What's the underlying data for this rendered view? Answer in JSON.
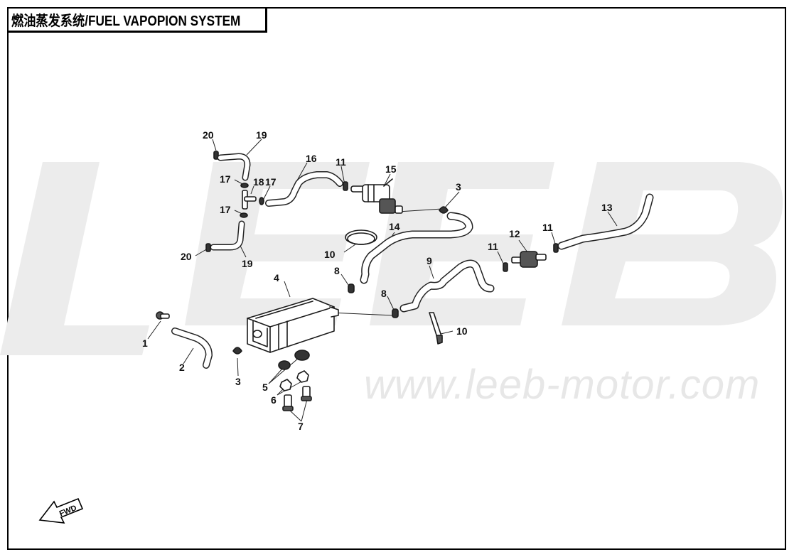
{
  "title": "燃油蒸发系统/FUEL VAPOPION SYSTEM",
  "watermark": {
    "logo_text": "LEEB",
    "url": "www.leeb-motor.com"
  },
  "direction_marker": "FWD",
  "callouts": [
    "1",
    "2",
    "3",
    "3",
    "4",
    "5",
    "6",
    "7",
    "8",
    "8",
    "9",
    "10",
    "10",
    "11",
    "11",
    "11",
    "12",
    "13",
    "14",
    "15",
    "16",
    "17",
    "17",
    "17",
    "18",
    "19",
    "19",
    "20",
    "20"
  ]
}
